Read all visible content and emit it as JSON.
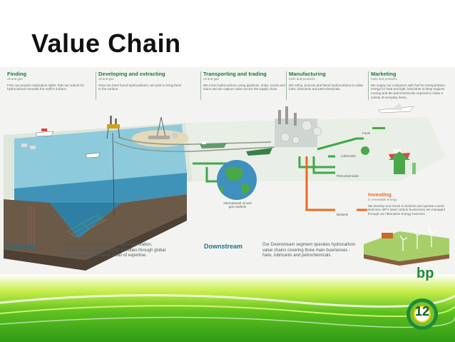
{
  "title": "Value Chain",
  "stages": [
    {
      "title": "Finding",
      "sub": "oil and gas",
      "desc": "First, we acquire exploration rights, then we search for hydrocarbons beneath the earth's surface."
    },
    {
      "title": "Developing and extracting",
      "sub": "oil and gas",
      "desc": "Once we have found hydrocarbons, we work to bring them to the surface."
    },
    {
      "title": "Transporting and trading",
      "sub": "oil and gas",
      "desc": "We move hydrocarbons using pipelines, ships, trucks and trains and we capture value across the supply chain."
    },
    {
      "title": "Manufacturing",
      "sub": "fuels and products",
      "desc": "We refine, process and blend hydrocarbons to make fuels, lubricants and petrochemicals."
    },
    {
      "title": "Marketing",
      "sub": "fuels and products",
      "desc": "We supply our customers with fuel for transportation, energy for heat and light, lubricants to keep engines moving and the petrochemicals required to make a variety of everyday items."
    }
  ],
  "investing": {
    "title": "Investing",
    "sub": "in renewable energy",
    "desc": "We develop and invest in biofuels and operate a wind business. BP's lower carbon businesses are managed through our Alternative Energy business."
  },
  "labels": {
    "fuels": "Fuels",
    "lubricants": "Lubricants",
    "petrochemicals": "Petrochemicals",
    "biofuels": "Biofuels",
    "markets": "International oil and gas markets"
  },
  "upstream": {
    "label": "Upstream",
    "desc": "Our Upstream segment manages exploration, development and production activities through global functions with specialist areas of expertise."
  },
  "downstream": {
    "label": "Downstream",
    "desc": "Our Downstream segment operates hydrocarbon value chains covering three main businesses - fuels, lubricants and petrochemicals."
  },
  "brand": "bp",
  "page_number": "12",
  "colors": {
    "brand_green": "#1f8a3a",
    "brand_yellow": "#f6d10a",
    "pipe_green": "#3fa84a",
    "pipe_orange": "#e86a20",
    "water": "#5fb3cf"
  }
}
